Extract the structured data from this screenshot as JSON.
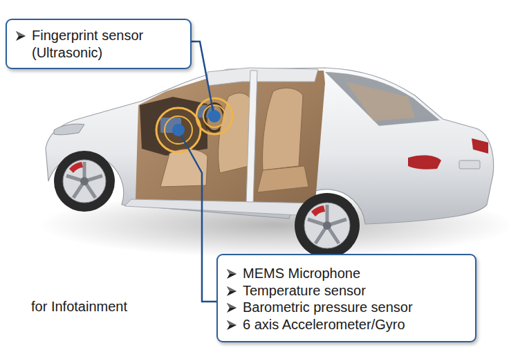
{
  "diagram": {
    "nodes": [
      {
        "text": [
          "Fingerprint sensor (Ultrasonic)"
        ]
      },
      {
        "text": [
          "MEMS Microphone",
          "Temperature sensor",
          "Barometric pressure sensor",
          "6 axis Accelerometer/Gyro"
        ]
      }
    ],
    "labels": [
      "for Infotainment"
    ]
  }
}
